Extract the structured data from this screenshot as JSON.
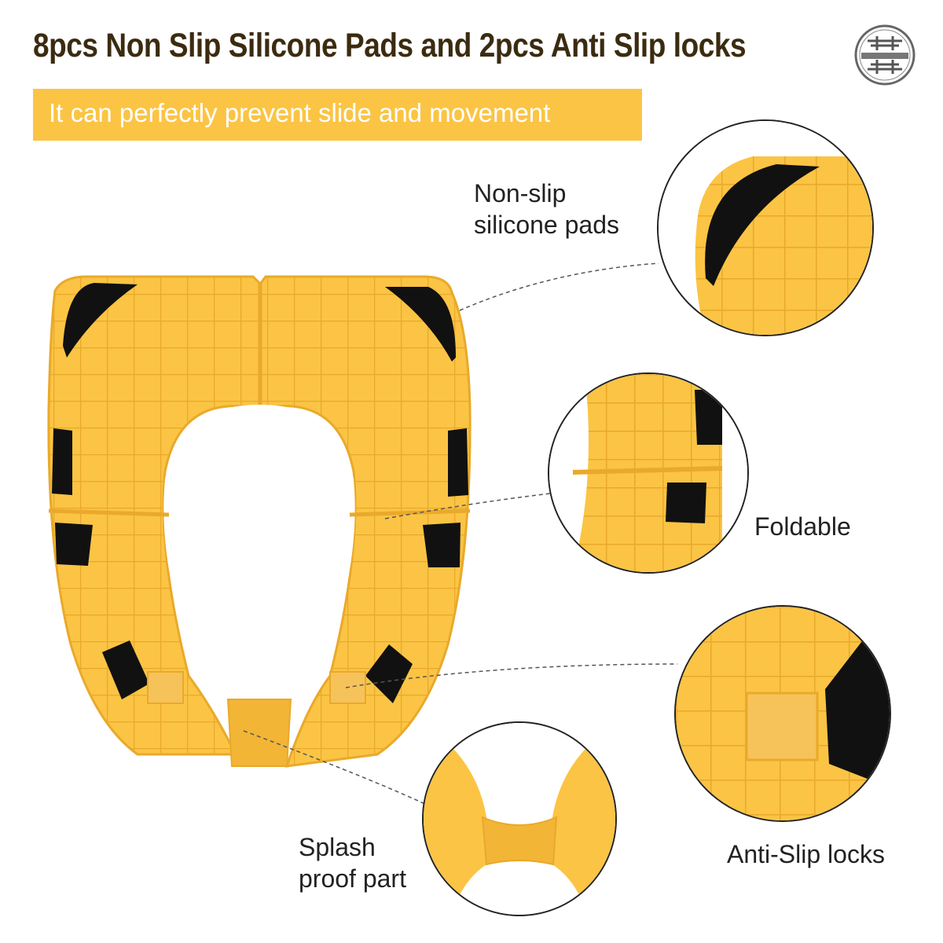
{
  "heading": "8pcs Non Slip Silicone Pads and 2pcs Anti Slip locks",
  "banner_text": "It can perfectly prevent slide and movement",
  "logo_icon": "brand-seal-icon",
  "callouts": [
    {
      "lines": [
        "Non-slip",
        "silicone pads"
      ]
    },
    {
      "lines": [
        "Foldable"
      ]
    },
    {
      "lines": [
        "Anti-Slip locks"
      ]
    },
    {
      "lines": [
        "Splash",
        "proof part"
      ]
    }
  ],
  "colors": {
    "seat_yellow": "#fbc444",
    "seat_shadow": "#e9a92a",
    "pad_black": "#111111",
    "heading_brown": "#3b2b10"
  }
}
